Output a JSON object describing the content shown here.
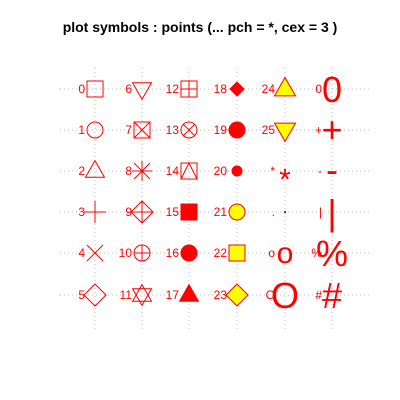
{
  "title": "plot symbols :  points (...  pch = *, cex = 3 )",
  "colors": {
    "symbol": "#ff0000",
    "fill": "#ffff00",
    "grid": "#bebebe",
    "text": "#000000",
    "background": "#ffffff"
  },
  "chart_data": {
    "type": "scatter",
    "title": "plot symbols :  points (...  pch = *, cex = 3 )",
    "xlabel": "",
    "ylabel": "",
    "grid": true,
    "axes": false,
    "cex": 3,
    "columns": 6,
    "rows": 6,
    "symbols": [
      {
        "col": 1,
        "row": 1,
        "label": "0",
        "pch": 0,
        "kind": "open-square"
      },
      {
        "col": 1,
        "row": 2,
        "label": "1",
        "pch": 1,
        "kind": "open-circle"
      },
      {
        "col": 1,
        "row": 3,
        "label": "2",
        "pch": 2,
        "kind": "open-triangle-up"
      },
      {
        "col": 1,
        "row": 4,
        "label": "3",
        "pch": 3,
        "kind": "plus"
      },
      {
        "col": 1,
        "row": 5,
        "label": "4",
        "pch": 4,
        "kind": "cross"
      },
      {
        "col": 1,
        "row": 6,
        "label": "5",
        "pch": 5,
        "kind": "open-diamond"
      },
      {
        "col": 2,
        "row": 1,
        "label": "6",
        "pch": 6,
        "kind": "open-triangle-down"
      },
      {
        "col": 2,
        "row": 2,
        "label": "7",
        "pch": 7,
        "kind": "square-cross"
      },
      {
        "col": 2,
        "row": 3,
        "label": "8",
        "pch": 8,
        "kind": "asterisk"
      },
      {
        "col": 2,
        "row": 4,
        "label": "9",
        "pch": 9,
        "kind": "diamond-plus"
      },
      {
        "col": 2,
        "row": 5,
        "label": "10",
        "pch": 10,
        "kind": "circle-plus"
      },
      {
        "col": 2,
        "row": 6,
        "label": "11",
        "pch": 11,
        "kind": "triangles-up-down"
      },
      {
        "col": 3,
        "row": 1,
        "label": "12",
        "pch": 12,
        "kind": "square-plus"
      },
      {
        "col": 3,
        "row": 2,
        "label": "13",
        "pch": 13,
        "kind": "circle-cross"
      },
      {
        "col": 3,
        "row": 3,
        "label": "14",
        "pch": 14,
        "kind": "square-triangle"
      },
      {
        "col": 3,
        "row": 4,
        "label": "15",
        "pch": 15,
        "kind": "filled-square"
      },
      {
        "col": 3,
        "row": 5,
        "label": "16",
        "pch": 16,
        "kind": "filled-circle"
      },
      {
        "col": 3,
        "row": 6,
        "label": "17",
        "pch": 17,
        "kind": "filled-triangle-up"
      },
      {
        "col": 4,
        "row": 1,
        "label": "18",
        "pch": 18,
        "kind": "filled-diamond-small"
      },
      {
        "col": 4,
        "row": 2,
        "label": "19",
        "pch": 19,
        "kind": "filled-circle"
      },
      {
        "col": 4,
        "row": 3,
        "label": "20",
        "pch": 20,
        "kind": "filled-circle-small"
      },
      {
        "col": 4,
        "row": 4,
        "label": "21",
        "pch": 21,
        "kind": "bg-circle"
      },
      {
        "col": 4,
        "row": 5,
        "label": "22",
        "pch": 22,
        "kind": "bg-square"
      },
      {
        "col": 4,
        "row": 6,
        "label": "23",
        "pch": 23,
        "kind": "bg-diamond"
      },
      {
        "col": 5,
        "row": 1,
        "label": "24",
        "pch": 24,
        "kind": "bg-triangle-up"
      },
      {
        "col": 5,
        "row": 2,
        "label": "25",
        "pch": 25,
        "kind": "bg-triangle-down"
      },
      {
        "col": 5,
        "row": 3,
        "label": "*",
        "pch": "*",
        "kind": "char"
      },
      {
        "col": 5,
        "row": 4,
        "label": ".",
        "pch": ".",
        "kind": "dot"
      },
      {
        "col": 5,
        "row": 5,
        "label": "o",
        "pch": "o",
        "kind": "char"
      },
      {
        "col": 5,
        "row": 6,
        "label": "O",
        "pch": "O",
        "kind": "char"
      },
      {
        "col": 6,
        "row": 1,
        "label": "0",
        "pch": "0",
        "kind": "char"
      },
      {
        "col": 6,
        "row": 2,
        "label": "+",
        "pch": "+",
        "kind": "char"
      },
      {
        "col": 6,
        "row": 3,
        "label": "-",
        "pch": "-",
        "kind": "char"
      },
      {
        "col": 6,
        "row": 4,
        "label": "|",
        "pch": "|",
        "kind": "char"
      },
      {
        "col": 6,
        "row": 5,
        "label": "%",
        "pch": "%",
        "kind": "char"
      },
      {
        "col": 6,
        "row": 6,
        "label": "#",
        "pch": "#",
        "kind": "char"
      }
    ]
  }
}
